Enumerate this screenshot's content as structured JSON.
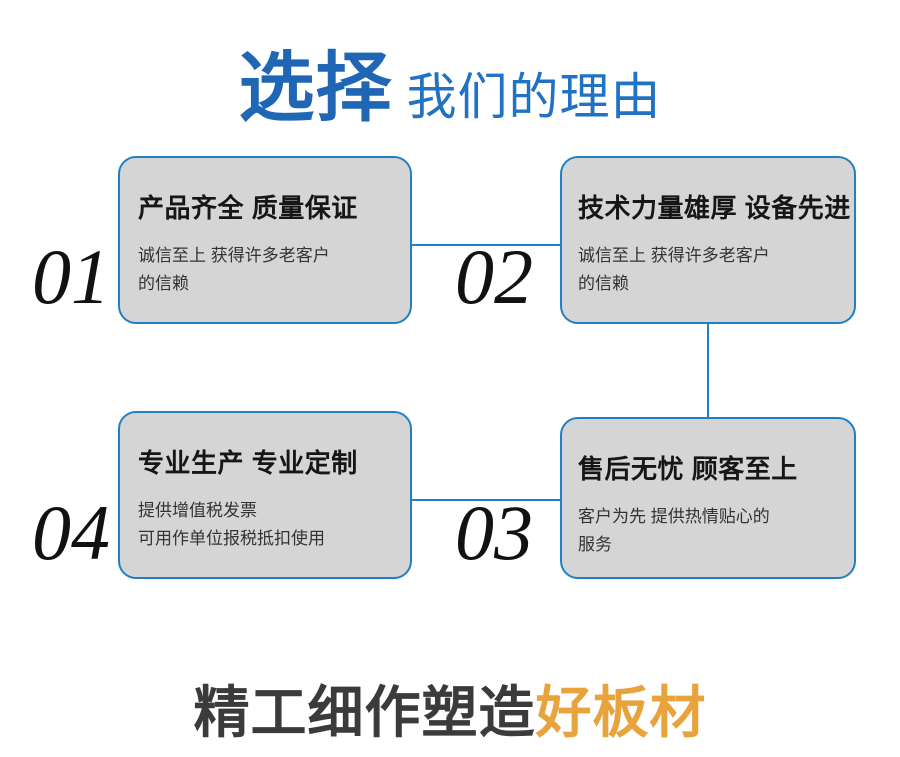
{
  "header": {
    "main": "选择",
    "sub": "我们的理由",
    "main_color": "#1f66b5",
    "sub_color": "#2272c4"
  },
  "cards": [
    {
      "number": "01",
      "title": "产品齐全 质量保证",
      "body": "诚信至上 获得许多老客户\n的信赖"
    },
    {
      "number": "02",
      "title": "技术力量雄厚 设备先进",
      "body": "诚信至上 获得许多老客户\n的信赖"
    },
    {
      "number": "03",
      "title": "售后无忧 顾客至上",
      "body": "客户为先 提供热情贴心的\n服务"
    },
    {
      "number": "04",
      "title": "专业生产 专业定制",
      "body": "提供增值税发票\n可用作单位报税抵扣使用"
    }
  ],
  "footer": {
    "dark": "精工细作塑造",
    "accent": "好板材",
    "dark_color": "#3b3b3b",
    "accent_color": "#e8a33d"
  },
  "style": {
    "card_fill": "#d5d5d5",
    "card_border": "#2280c2",
    "connector_color": "#2280c2"
  }
}
